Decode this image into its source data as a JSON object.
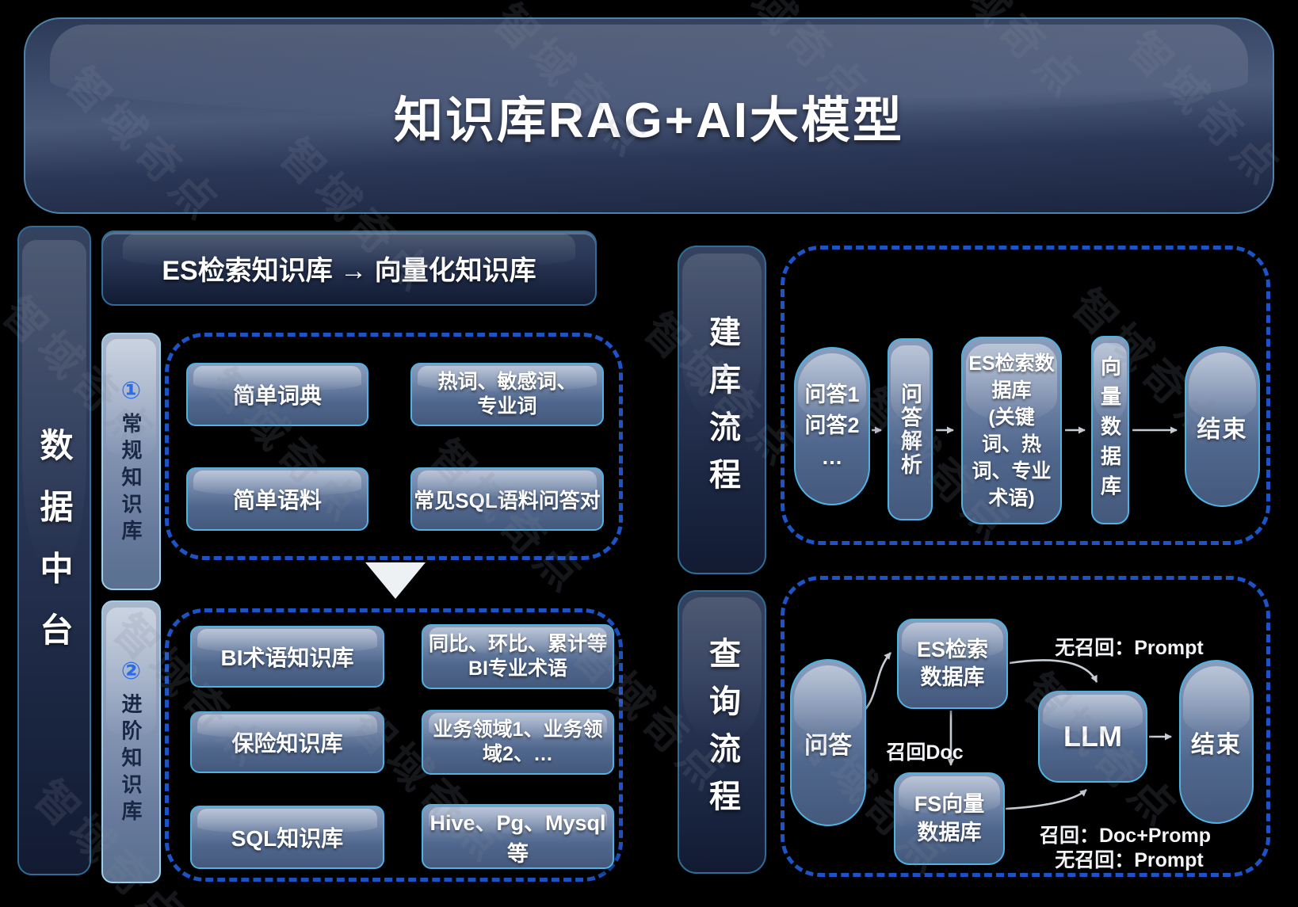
{
  "watermark": {
    "text": "智域奇点"
  },
  "title": {
    "text": "知识库RAG+AI大模型"
  },
  "left_rail": {
    "label": "数据中台"
  },
  "kb": {
    "header": "ES检索知识库  →  向量化知识库",
    "group1": {
      "badge": "①",
      "label": "常规知识库",
      "items": [
        "简单词典",
        "热词、敏感词、\n专业词",
        "简单语料",
        "常见SQL语料问答对"
      ]
    },
    "group2": {
      "badge": "②",
      "label": "进阶知识库",
      "items": [
        "BI术语知识库",
        "同比、环比、累计等\nBI专业术语",
        "保险知识库",
        "业务领域1、业务领\n域2、…",
        "SQL知识库",
        "Hive、Pg、Mysql等"
      ]
    }
  },
  "build_flow": {
    "label": "建库流程",
    "nodes": {
      "qa_list": "问答1\n问答2\n…",
      "qa_parse": "问答解析",
      "es_db": "ES检索数\n据库\n(关键\n词、热\n词、专业\n术语)",
      "vector_db": "向量数据库",
      "end": "结束"
    }
  },
  "query_flow": {
    "label": "查询流程",
    "nodes": {
      "qa": "问答",
      "es_db": "ES检索\n数据库",
      "fs_vector_db": "FS向量\n数据库",
      "llm": "LLM",
      "end": "结束"
    },
    "edges": {
      "no_recall_top": "无召回：Prompt",
      "recall_doc": "召回Doc",
      "recall_bottom": "召回：Doc+Promp",
      "no_recall_bottom": "无召回：Prompt"
    }
  },
  "colors": {
    "background": "#000000",
    "dashed_border": "#1c53c6",
    "node_border": "#4cb3e2",
    "badge_blue": "#2b6ce6",
    "arrow": "#c6ccd4"
  }
}
